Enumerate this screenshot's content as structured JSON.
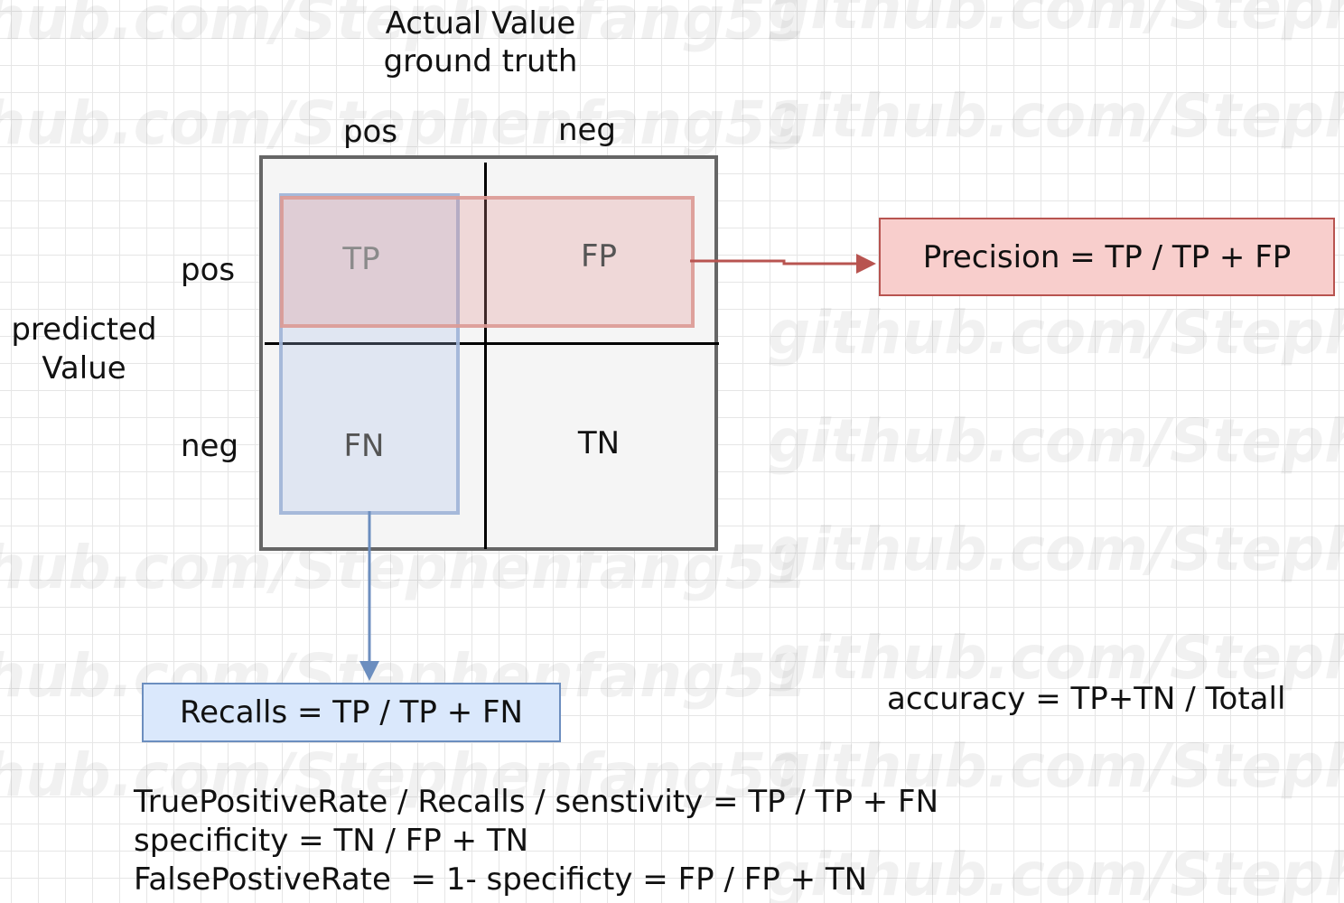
{
  "watermark": "github.com/Stephenfang51",
  "header": {
    "actual_line1": "Actual Value",
    "actual_line2": "ground truth"
  },
  "columns": {
    "pos": "pos",
    "neg": "neg"
  },
  "rows": {
    "pos": "pos",
    "neg": "neg"
  },
  "row_title": {
    "line1": "predicted",
    "line2": "Value"
  },
  "cells": {
    "tp": "TP",
    "fp": "FP",
    "fn": "FN",
    "tn": "TN"
  },
  "precision_formula": "Precision = TP / TP + FP",
  "recall_formula": "Recalls = TP / TP + FN",
  "accuracy_formula": "accuracy = TP+TN / Totall",
  "formulas": {
    "tpr": "TruePositiveRate / Recalls / senstivity = TP / TP + FN",
    "specificity": "specificity = TN / FP + TN",
    "fpr": "FalsePostiveRate  = 1- specificty = FP / FP + TN"
  },
  "colors": {
    "precision_fill": "#f8cecc",
    "precision_stroke": "#b85450",
    "recall_fill": "#dae8fc",
    "recall_stroke": "#6c8ebf",
    "matrix_fill": "#f5f5f5",
    "matrix_stroke": "#666666"
  }
}
